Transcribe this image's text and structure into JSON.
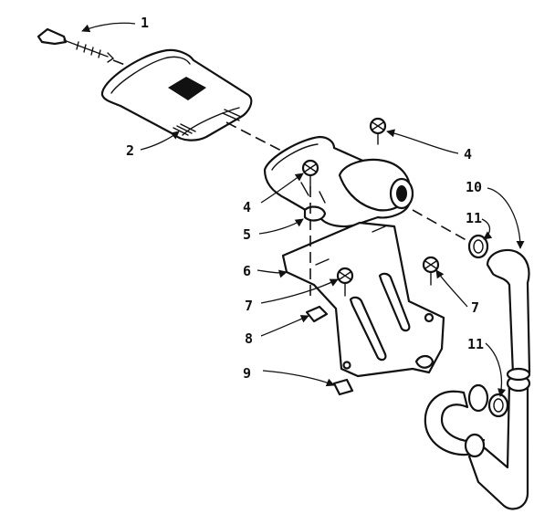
{
  "callouts": {
    "c1": "1",
    "c2": "2",
    "c4a": "4",
    "c4b": "4",
    "c5": "5",
    "c6": "6",
    "c7a": "7",
    "c7b": "7",
    "c8": "8",
    "c9": "9",
    "c10": "10",
    "c11a": "11",
    "c11b": "11"
  }
}
